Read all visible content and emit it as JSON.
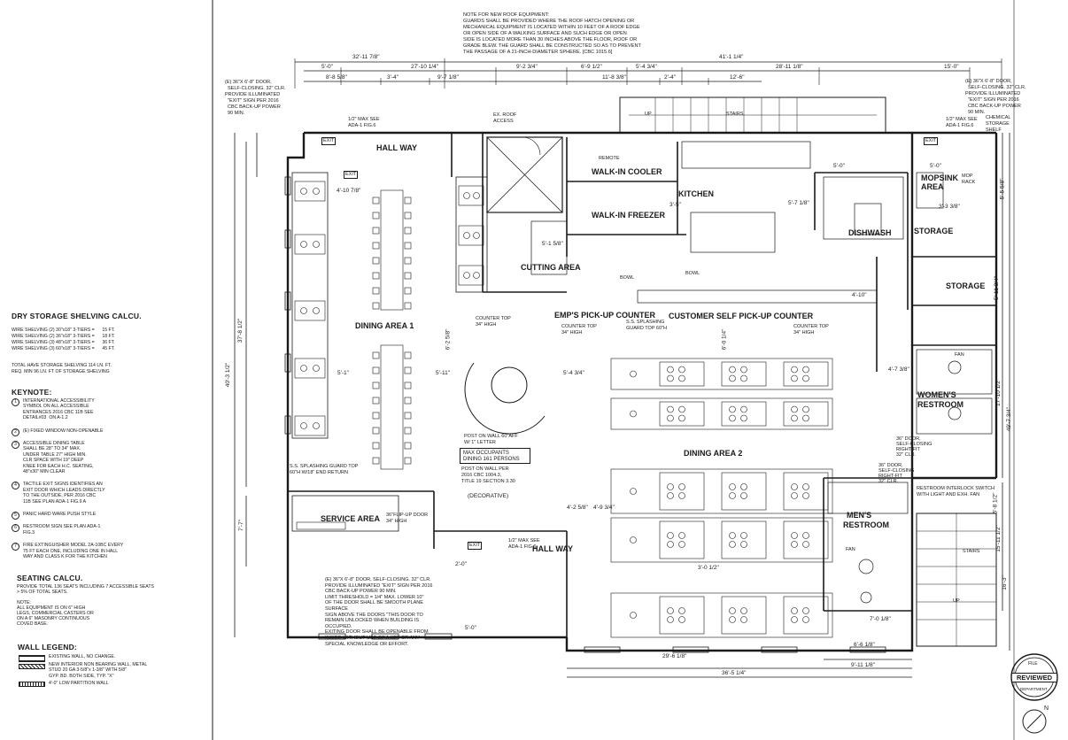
{
  "roof_note": [
    "NOTE FOR NEW ROOF EQUIPMENT:",
    "GUARDS SHALL BE PROVIDED WHERE THE ROOF HATCH OPENING OR",
    "MECHANICAL EQUIPMENT IS LOCATED WITHIN 10 FEET OF A ROOF EDGE",
    "OR OPEN SIDE OF A WALKING SURFACE AND SUCH EDGE OR OPEN",
    "SIDE IS LOCATED MORE THAN 30 INCHES ABOVE THE FLOOR, ROOF OR",
    "GRADE BLEW. THE GUARD SHALL BE CONSTRUCTED SO AS TO PREVENT",
    "THE PASSAGE OF A 21-INCH-DIAMETER SPHERE. [CBC 1015.6]"
  ],
  "rooms": {
    "hall_way_top": "HALL WAY",
    "walk_in_cooler": "WALK-IN COOLER",
    "walk_in_freezer": "WALK-IN FREEZER",
    "kitchen": "KITCHEN",
    "cutting_area": "CUTTING AREA",
    "dishwash": "DISHWASH",
    "mopsink": "MOPSINK",
    "mopsink_area": "AREA",
    "storage_1": "STORAGE",
    "storage_2": "STORAGE",
    "dining_1": "DINING AREA 1",
    "dining_2": "DINING AREA 2",
    "emp_pickup": "EMP'S PICK-UP COUNTER",
    "customer_pickup": "CUSTOMER SELF PICK-UP COUNTER",
    "womens": "WOMEN'S",
    "womens_2": "RESTROOM",
    "mens": "MEN'S",
    "mens_2": "RESTROOM",
    "service_area": "SERVICE AREA",
    "hall_way_bottom": "HALL WAY",
    "stairs_top": "STAIRS",
    "stairs_bottom": "STAIRS",
    "up_top": "UP",
    "up_bottom": "UP",
    "decorative": "(DECORATIVE)"
  },
  "top_dimensions": {
    "overall_left": "32'-11 7/8\"",
    "overall_right": "41'-1 1/4\"",
    "row2": [
      "5'-0\"",
      "27'-10 1/4\"",
      "9'-2 3/4\"",
      "6'-9 1/2\"",
      "5'-4 3/4\"",
      "28'-11 1/8\"",
      "15'-0\""
    ],
    "row3": [
      "8'-8 5/8\"",
      "3'-4\"",
      "9'-7 1/8\"",
      "11'-8 3/8\"",
      "2'-4\"",
      "12'-6\""
    ]
  },
  "bottom_dimensions": [
    "29'-6 1/8\"",
    "9'-11 1/8\"",
    "36'-5 1/4\"",
    "6'-6 1/8\""
  ],
  "side_dimensions": {
    "left_overall": "40'-3 1/2\"",
    "left_upper": "37'-8 1/2\"",
    "left_lower": "7'-7\"",
    "right_1": "5'-5 5/8\"",
    "right_2": "5'-11 3/4\"",
    "right_3": "17'-10 1/2\"",
    "right_4": "49'-7 3/4\"",
    "right_5": "15'-11 1/2\"",
    "right_6": "16'-3\"",
    "right_7": "5'-8 1/2\""
  },
  "inner_dimensions": [
    "4'-10 7/8\"",
    "5'-1\"",
    "5'-11\"",
    "6'-2 5/8\"",
    "5'-4 3/4\"",
    "6'-0 1/4\"",
    "4'-7 3/8\"",
    "4'-10\"",
    "5'-0\"",
    "5'-0\"",
    "4'-2 5/8\"",
    "4'-9 3/4\"",
    "3'-0 1/2\"",
    "7'-0 1/8\"",
    "5'-7 1/8\"",
    "3'-5\"",
    "5'-1 5/8\"",
    "3'-3 3/8\"",
    "2'-0\"",
    "5'-0\""
  ],
  "callouts": {
    "exit_roof": [
      "EX. ROOF",
      "ACCESS"
    ],
    "counter_top_1": [
      "COUNTER TOP",
      "34\" HIGH"
    ],
    "counter_top_2": [
      "COUNTER TOP",
      "34\" HIGH"
    ],
    "counter_top_3": [
      "COUNTER TOP",
      "34\" HIGH"
    ],
    "ss_guard": [
      "S.S. SPLASHING",
      "GUARD TOP 60\"H"
    ],
    "max_occ": [
      "MAX OCCUPANTS",
      "DINING 161 PERSONS"
    ],
    "post_on_wall_1": [
      "POST ON WALL 60\"AFF",
      "W/ 1\" LETTER"
    ],
    "post_on_wall_2": [
      "POST ON WALL PER",
      "2016 CBC 1004.3,",
      "TITLE 19 SECTION 3.30"
    ],
    "flipup_door": [
      "36\"FLIP-UP DOOR",
      "34\" HIGH"
    ],
    "ss_guard_2": [
      "S.S. SPLASHING GUARD TOP",
      "60\"H W/18\" END RETURN"
    ],
    "restroom_interlock": [
      "RESTROOM INTERLOCK SWITCH",
      "WITH LIGHT AND EXH. FAN"
    ],
    "restroom_door_1": [
      "36\" DOOR,",
      "SELF-CLOSING",
      "RIGHT-FIT",
      "32\" CLR."
    ],
    "restroom_door_2": [
      "36\" DOOR,",
      "SELF-CLOSING",
      "RIGHT-FIT",
      "32\" CLR."
    ],
    "ada_max": [
      "1/2\" MAX SEE",
      "ADA-1 FIG.6"
    ],
    "ada_max_2": [
      "1/2\" MAX SEE",
      "ADA-1 FIG.6"
    ],
    "ada_max_3": [
      "1/2\" MAX SEE",
      "ADA-1 FIG.6"
    ],
    "chem_shelf": [
      "CHEMICAL",
      "STORAGE",
      "SHELF"
    ],
    "mop_rack": [
      "MOP",
      "RACK"
    ],
    "bowl_1": "BOWL",
    "bowl_2": "BOWL",
    "exit": "EXIT",
    "fan": "FAN",
    "remote": "REMOTE"
  },
  "door_notes_left": [
    "(E) 36\"X 6'-8\" DOOR,",
    "SELF-CLOSING. 32\" CLR.",
    "PROVIDE ILLUMINATED",
    "\"EXIT\" SIGN PER 2016",
    "CBC BACK-UP POWER",
    "90 MIN."
  ],
  "door_notes_right": [
    "(E) 36\"X 6'-8\" DOOR,",
    "SELF-CLOSING. 32\" CLR.",
    "PROVIDE ILLUMINATED",
    "\"EXIT\" SIGN PER 2016",
    "CBC BACK-UP POWER",
    "90 MIN."
  ],
  "door_notes_bottom": [
    "(E) 36\"X 6'-8\" DOOR, SELF-CLOSING. 32\" CLR.",
    "PROVIDE ILLUMINATED \"EXIT\" SIGN PER 2016",
    "  CBC BACK-UP POWER 90 MIN.",
    "LIMIT THRESHOLD = 1/4\" MAX. LOWER 10\"",
    "  OF THE DOOR SHALL BE SMOOTH PLANE",
    "  SURFACE",
    "SIGN ABOVE THE DOORS \"THIS DOOR TO",
    "  REMAIN UNLOCKED WHEN BUILDING IS",
    "  OCCUPIED.",
    "EXITING DOOR SHALL BE OPENABLE FROM",
    "  INSIDE WITHOUT USE OF A KEY OR ANY",
    "  SPECIAL KNOWLEDGE OR EFFORT."
  ],
  "dry_storage": {
    "title": "DRY STORAGE SHELVING CALCU.",
    "lines": [
      "WIRE SHELVING (2) 30\"x18\" 3-TIERS =      15 FT.",
      "WIRE SHELVING (2) 36\"x18\" 3-TIERS =      18 FT.",
      "WIRE SHELVING (3) 48\"x18\" 3-TIERS =      36 FT.",
      "WIRE SHELVING (3) 60\"x18\" 3-TIERS =      45 FT."
    ],
    "total": [
      "TOTAL HAVE STORAGE SHELVING 114 LN. FT.",
      "REQ. MIN 96 LN. FT OF STORAGE SHELVING"
    ]
  },
  "keynote": {
    "title": "KEYNOTE:",
    "items": [
      {
        "num": "1",
        "text": "INTERNATIONAL ACCESSIBILITY\nSYMBOL ON ALL ACCESSIBLE\nENTRANCES 2016 CBC 11B SEE\nDETAIL#03  ON A-1.2"
      },
      {
        "num": "2",
        "text": "(E) FIXED WINDOW NON-OPENABLE"
      },
      {
        "num": "3",
        "text": "ACCESSIBLE DINING TABLE\nSHALL BE 28\" TO 34\" MAX.\nUNDER TABLE 27\" HIGH MIN.\nCLR SPACE WITH 19\" DEEP\nKNEE FOR EACH H.C. SEATING,\n48\"x30\" MIN CLEAR"
      },
      {
        "num": "4",
        "text": "TACTILE EXIT SIGNS IDENTIFIES AN\nEXIT DOOR WHICH LEADS DIRECTLY\nTO THE OUTSIDE, PER 2016 CBC\n11B SEE PLAN ADA-1 FIG.9 A"
      },
      {
        "num": "5",
        "text": "PANIC HARD WARE PUSH STYLE"
      },
      {
        "num": "6",
        "text": "RESTROOM SIGN SEE PLAN ADA-1\nFIG.3"
      },
      {
        "num": "7",
        "text": "FIRE EXTINGUISHER MODEL 2A-10BC EVERY\n75 FT EACH ONE, INCLUDING ONE IN HALL\nWAY AND CLASS K FOR THE KITCHEN"
      }
    ]
  },
  "seating": {
    "title": "SEATING CALCU.",
    "lines": [
      "PROVIDE TOTAL 136 SEATS INCLUDING 7 ACCESSIBLE SEATS",
      "> 5% OF TOTAL SEATS."
    ],
    "note": [
      "NOTE:",
      "ALL EQUIPMENT IS ON 6\" HIGH",
      "LEGS, COMMERCIAL CASTERS OR",
      "ON A 6\" MASONRY CONTINUOUS",
      "COVED BASE."
    ]
  },
  "wall_legend": {
    "title": "WALL LEGEND:",
    "items": [
      "EXISTING WALL, NO CHANGE.",
      "NEW INTERIOR NON BEARING WALL, METAL\nSTUD 20 GA 3-5/8\"x 1-3/8\" WITH 5/8\"\nGYP. BD. BOTH SIDE, TYP. \"X\"",
      "4'-0\" LOW PARTITION WALL"
    ]
  },
  "stamp": {
    "top": "FILE",
    "main": "REVIEWED",
    "bottom": "DEPARTMENT"
  },
  "north_label": "N"
}
